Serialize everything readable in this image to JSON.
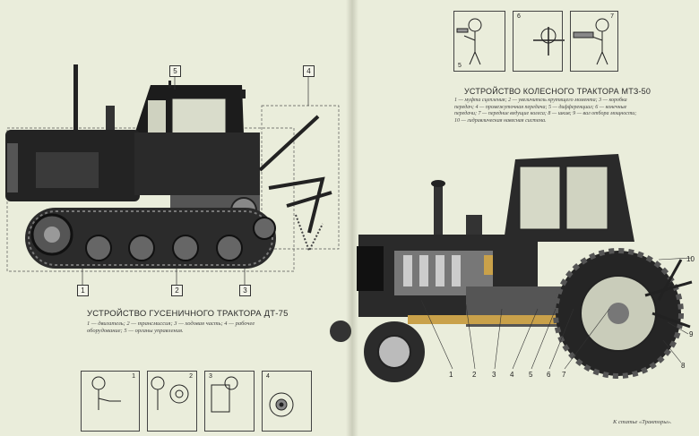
{
  "left_page": {
    "title": "УСТРОЙСТВО ГУСЕНИЧНОГО ТРАКТОРА ДТ-75",
    "legend": "1 — двигатель; 2 — трансмиссия; 3 — ходовая часть; 4 — рабочее оборудование; 5 — органы управления.",
    "callouts": [
      "1",
      "2",
      "3",
      "4",
      "5"
    ],
    "panel_numbers": [
      "1",
      "2",
      "3",
      "4"
    ]
  },
  "right_page": {
    "title": "УСТРОЙСТВО КОЛЕСНОГО ТРАКТОРА МТЗ-50",
    "legend": "1 — муфта сцепления; 2 — увеличитель крутящего момента; 3 — коробка передач; 4 — промежуточная передача; 5 — дифференциал; 6 — конечные передачи; 7 — передние ведущие колеса; 8 — шкив; 9 — вал отбора мощности; 10 — гидравлическая навесная система.",
    "part_numbers": [
      "1",
      "2",
      "3",
      "4",
      "5",
      "6",
      "7",
      "8",
      "9",
      "10"
    ],
    "panel_numbers": [
      "5",
      "6",
      "7"
    ]
  },
  "credit": "К статье «Тракторы»."
}
